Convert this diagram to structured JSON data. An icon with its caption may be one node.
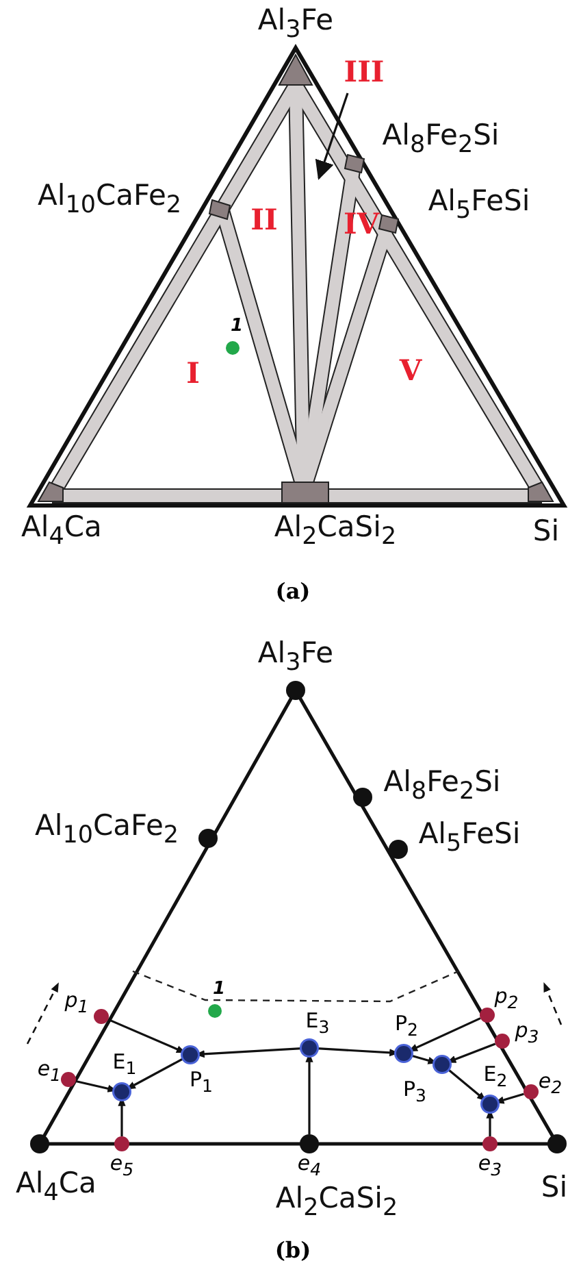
{
  "diagram": {
    "nodes": [
      {
        "text": [
          "III"
        ]
      },
      {
        "text": [
          "Al$_{3}$Fe"
        ]
      },
      {
        "text": [
          "Al$_{10}$CaFe$_{2}$"
        ]
      },
      {
        "text": [
          "Al$_{8}$Fe$_{2}$Si"
        ]
      },
      {
        "text": [
          "Al$_{5}$FeSi"
        ]
      },
      {
        "text": [
          "Al$_{4}$Ca"
        ]
      },
      {
        "text": [
          "e$_{4}$"
        ],
        "beside": [
          "Al$_{2}$CaSi$_{2}$"
        ]
      },
      {
        "text": [
          "Si"
        ]
      },
      {
        "text": [
          "p$_{1}$"
        ]
      },
      {
        "text": [
          "e$_{1}$"
        ]
      },
      {
        "text": [
          "e$_{5}$"
        ]
      },
      {
        "text": [
          "E$_{1}$"
        ]
      },
      {
        "text": [
          "P$_{1}$"
        ]
      },
      {
        "text": [
          "E$_{3}$"
        ]
      },
      {
        "text": [
          "P$_{2}$"
        ]
      },
      {
        "text": [
          "P$_{3}$"
        ]
      },
      {
        "text": [
          "p$_{2}$"
        ]
      },
      {
        "text": [
          "p$_{3}$"
        ]
      },
      {
        "text": [
          "e$_{2}$"
        ]
      },
      {
        "text": [
          "E$_{2}$"
        ]
      },
      {
        "text": [
          "e$_{3}$"
        ]
      }
    ],
    "edges": [
      {
        "from": 0,
        "to": null,
        "arrow": "to"
      },
      {
        "from": 8,
        "to": 12,
        "arrow": "to"
      },
      {
        "from": 12,
        "to": 11,
        "arrow": "to"
      },
      {
        "from": 9,
        "to": 11,
        "arrow": "to"
      },
      {
        "from": 10,
        "to": 11,
        "arrow": "to"
      },
      {
        "from": 13,
        "to": 12,
        "arrow": "to"
      },
      {
        "from": 13,
        "to": 14,
        "arrow": "to"
      },
      {
        "from": 6,
        "to": 13,
        "arrow": "to"
      },
      {
        "from": 16,
        "to": 14,
        "arrow": "to"
      },
      {
        "from": 14,
        "to": 15,
        "arrow": "to"
      },
      {
        "from": 17,
        "to": 15,
        "arrow": "to"
      },
      {
        "from": 15,
        "to": 19,
        "arrow": "to"
      },
      {
        "from": 18,
        "to": 19,
        "arrow": "to"
      },
      {
        "from": 20,
        "to": 19,
        "arrow": "to"
      }
    ],
    "labels": [
      "Al$_{3}$Fe",
      "Al$_{8}$Fe$_{2}$Si",
      "Al$_{10}$CaFe$_{2}$",
      "II",
      "IV",
      "Al$_{5}$FeSi",
      "1",
      "I",
      "V",
      "Al$_{4}$Ca",
      "Al$_{2}$CaSi$_{2}$",
      "Si",
      "(a)",
      "1",
      "(b)"
    ]
  }
}
